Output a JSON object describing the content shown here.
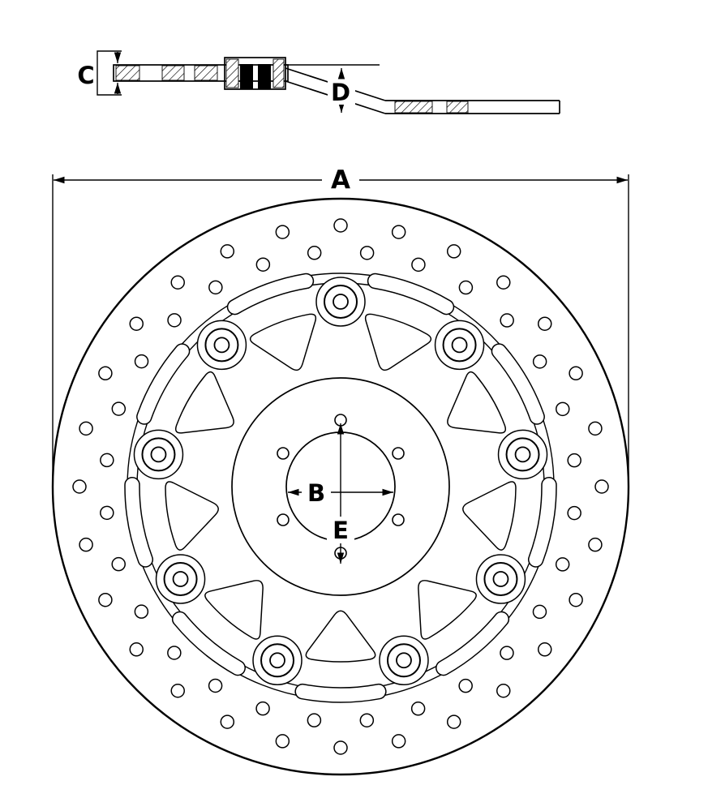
{
  "dimension_labels": {
    "outer_diameter": "A",
    "center_bore": "B",
    "disc_thickness": "C",
    "offset_height": "D",
    "bolt_circle": "E"
  }
}
